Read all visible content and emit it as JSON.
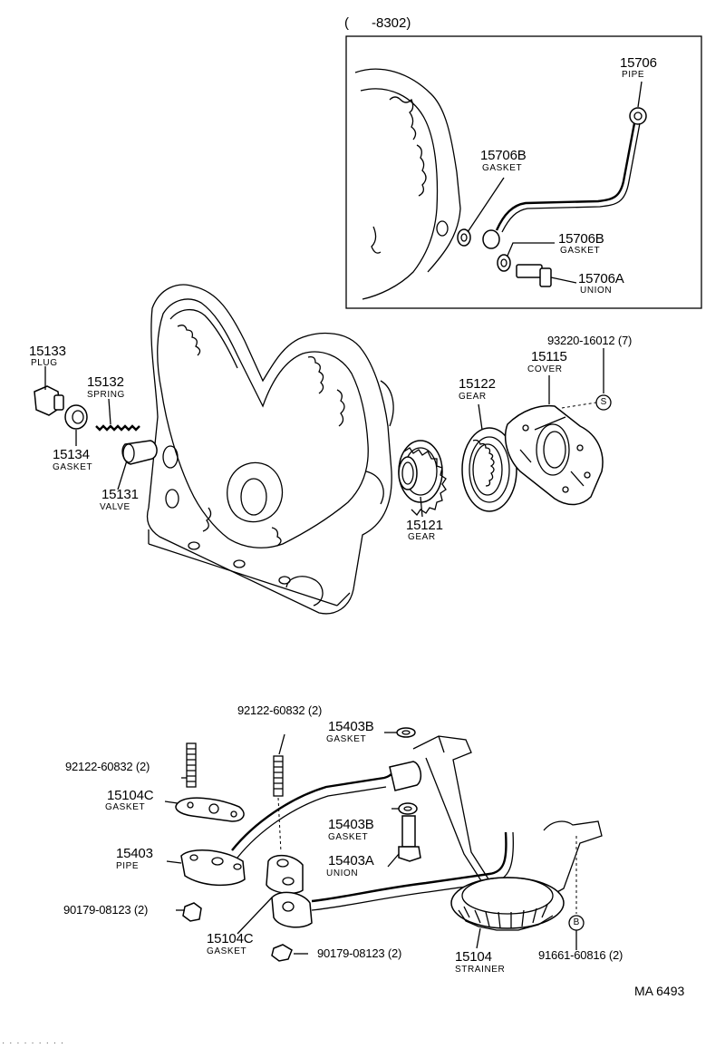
{
  "inset": {
    "label": "(      -8302)"
  },
  "parts": [
    {
      "id": "p15706",
      "number": "15706",
      "name": "PIPE"
    },
    {
      "id": "p15706b1",
      "number": "15706B",
      "name": "GASKET"
    },
    {
      "id": "p15706b2",
      "number": "15706B",
      "name": "GASKET"
    },
    {
      "id": "p15706a",
      "number": "15706A",
      "name": "UNION"
    },
    {
      "id": "p15133",
      "number": "15133",
      "name": "PLUG"
    },
    {
      "id": "p15132",
      "number": "15132",
      "name": "SPRING"
    },
    {
      "id": "p15134",
      "number": "15134",
      "name": "GASKET"
    },
    {
      "id": "p15131",
      "number": "15131",
      "name": "VALVE"
    },
    {
      "id": "p15122",
      "number": "15122",
      "name": "GEAR"
    },
    {
      "id": "p15121",
      "number": "15121",
      "name": "GEAR"
    },
    {
      "id": "p15115",
      "number": "15115",
      "name": "COVER"
    },
    {
      "id": "p93220",
      "number": "93220-16012 (7)",
      "name": ""
    },
    {
      "id": "p92122a",
      "number": "92122-60832 (2)",
      "name": ""
    },
    {
      "id": "p92122b",
      "number": "92122-60832 (2)",
      "name": ""
    },
    {
      "id": "p15403b1",
      "number": "15403B",
      "name": "GASKET"
    },
    {
      "id": "p15104c1",
      "number": "15104C",
      "name": "GASKET"
    },
    {
      "id": "p15403b2",
      "number": "15403B",
      "name": "GASKET"
    },
    {
      "id": "p15403a",
      "number": "15403A",
      "name": "UNION"
    },
    {
      "id": "p15403",
      "number": "15403",
      "name": "PIPE"
    },
    {
      "id": "p90179a",
      "number": "90179-08123 (2)",
      "name": ""
    },
    {
      "id": "p15104c2",
      "number": "15104C",
      "name": "GASKET"
    },
    {
      "id": "p90179b",
      "number": "90179-08123 (2)",
      "name": ""
    },
    {
      "id": "p15104",
      "number": "15104",
      "name": "STRAINER"
    },
    {
      "id": "p91661",
      "number": "91661-60816 (2)",
      "name": ""
    }
  ],
  "markers": {
    "s": "S",
    "b": "B"
  },
  "diagram_code": "MA 6493",
  "footer": "· · · · · · · · ·"
}
